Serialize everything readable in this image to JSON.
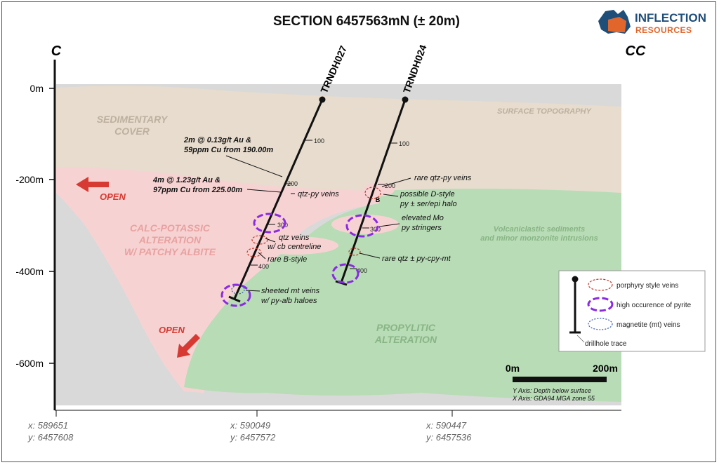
{
  "title": "SECTION 6457563mN (± 20m)",
  "logo": {
    "line1": "INFLECTION",
    "line2": "RESOURCES"
  },
  "section_ends": {
    "left": "C",
    "right": "CC"
  },
  "depth_axis": [
    "0m",
    "-200m",
    "-400m",
    "-600m"
  ],
  "easting_ticks": [
    {
      "x": "x: 589651",
      "y": "y: 6457608"
    },
    {
      "x": "x: 590049",
      "y": "y: 6457572"
    },
    {
      "x": "x: 590447",
      "y": "y: 6457536"
    }
  ],
  "drillholes": [
    {
      "name": "TRNDH027",
      "depths": [
        "100",
        "200",
        "300",
        "400"
      ]
    },
    {
      "name": "TRNDH024",
      "depths": [
        "100",
        "200",
        "300",
        "400"
      ]
    }
  ],
  "units": {
    "sedimentary_cover": [
      "SEDIMENTARY",
      "COVER"
    ],
    "surface_topography": "SURFACE TOPOGRAPHY",
    "calc_potassic": [
      "CALC-POTASSIC",
      "ALTERATION",
      "W/ PATCHY ALBITE"
    ],
    "volcaniclastic": [
      "Volcaniclastic sediments",
      "and minor monzonite intrusions"
    ],
    "propylitic": [
      "PROPYLITIC",
      "ALTERATION"
    ]
  },
  "open_labels": [
    "OPEN",
    "OPEN"
  ],
  "intercepts": [
    [
      "2m @ 0.13g/t Au &",
      "59ppm Cu from 190.00m"
    ],
    [
      "4m @ 1.23g/t Au &",
      "97ppm Cu from 225.00m"
    ]
  ],
  "annotations": {
    "qtz_py_veins": "qtz-py veins",
    "qtz_veins_cb": [
      "qtz veins",
      "w/ cb centreline"
    ],
    "rare_b_style": "rare B-style",
    "sheeted_mt": [
      "sheeted mt veins",
      "w/ py-alb haloes"
    ],
    "rare_qtz_py": "rare qtz-py veins",
    "d_style": [
      "possible D-style",
      "py ± ser/epi halo"
    ],
    "b_marker": "B",
    "elevated_mo": [
      "elevated Mo",
      "py stringers"
    ],
    "rare_qtz_py_cpy": "rare qtz ± py-cpy-mt"
  },
  "legend": {
    "porphyry": "porphyry style veins",
    "pyrite": "high occurence of pyrite",
    "magnetite": "magnetite (mt) veins",
    "drillhole": "drillhole trace"
  },
  "scale_bar": {
    "start": "0m",
    "end": "200m"
  },
  "axes_notes": [
    "Y Axis: Depth below surface",
    "X Axis: GDA94 MGA zone 55"
  ],
  "colors": {
    "cover": "#e7dccd",
    "potassic": "#f6d3d2",
    "propylitic": "#b8dcb6",
    "basement": "#d9d9d9",
    "arrow": "#d63a33",
    "pyrite": "#8a2be2",
    "porphyry": "#c0392b",
    "magnetite": "#3b5bb5",
    "logo_blue": "#1f4e79",
    "logo_orange": "#e1662c"
  }
}
